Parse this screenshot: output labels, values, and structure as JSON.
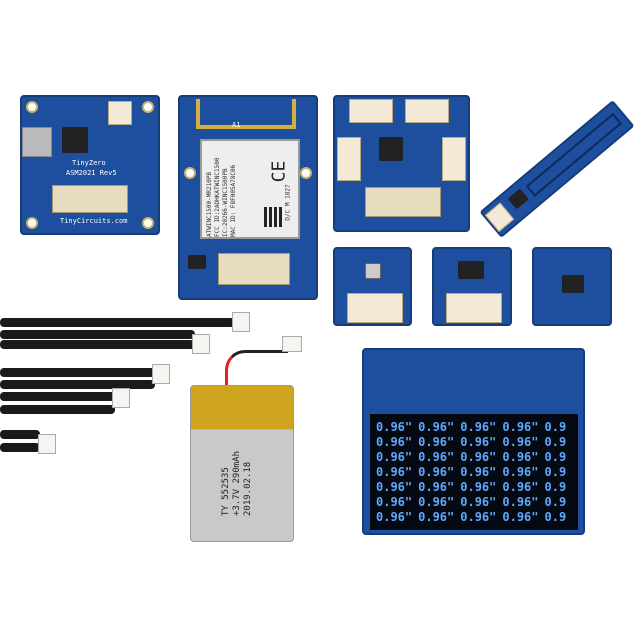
{
  "tinyzero": {
    "name": "TinyZero",
    "rev": "ASM2021 Rev5",
    "url": "TinyCircuits.com"
  },
  "wifi": {
    "lines": [
      "ATWINC1500-MR210PB",
      "FCC ID:2ADHKATWINC1500",
      "IC:20266-WINC1500PB",
      "MAC ID: F8F005A78C06"
    ],
    "dc": "D/C M 1827",
    "ce": "CE",
    "a1": "A1"
  },
  "battery": {
    "lines": [
      "TY 552535",
      "+3.7V 290mAh",
      "2019.02.18"
    ]
  },
  "oled": {
    "cells": [
      "0.96\"",
      "0.96\"",
      "0.96\"",
      "0.96\"",
      "0.9"
    ],
    "rows": 7,
    "text_color": "#5fa8ff"
  },
  "colors": {
    "pcb": "#1d4f9e",
    "gold": "#c9b46a"
  }
}
